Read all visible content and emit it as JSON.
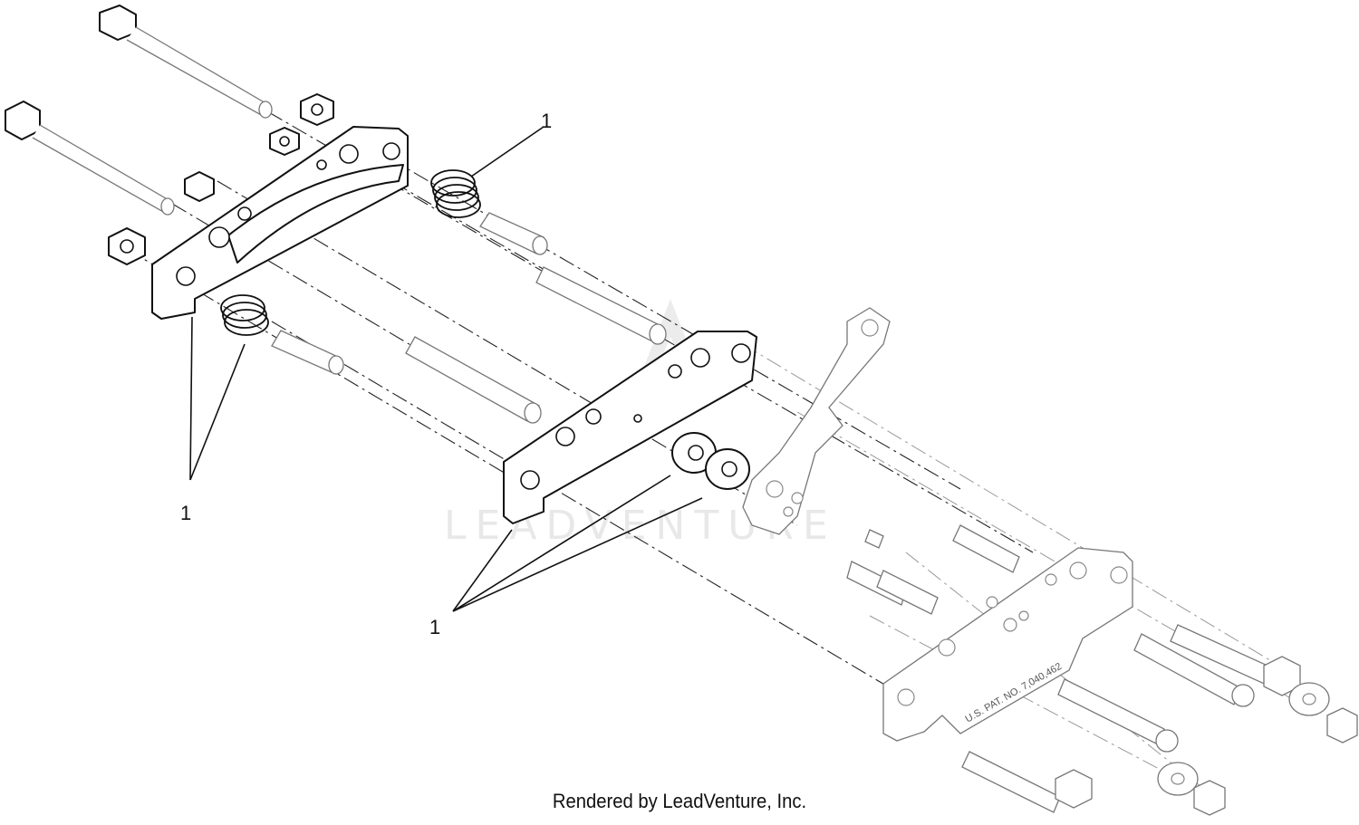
{
  "callouts": [
    {
      "id": "callout-upper-spring",
      "label": "1"
    },
    {
      "id": "callout-left-springs",
      "label": "1"
    },
    {
      "id": "callout-lower-washers",
      "label": "1"
    }
  ],
  "watermark": "LEADVENTURE",
  "patent_text": "U.S. PAT. NO. 7,040,462",
  "credit": "Rendered by LeadVenture, Inc."
}
